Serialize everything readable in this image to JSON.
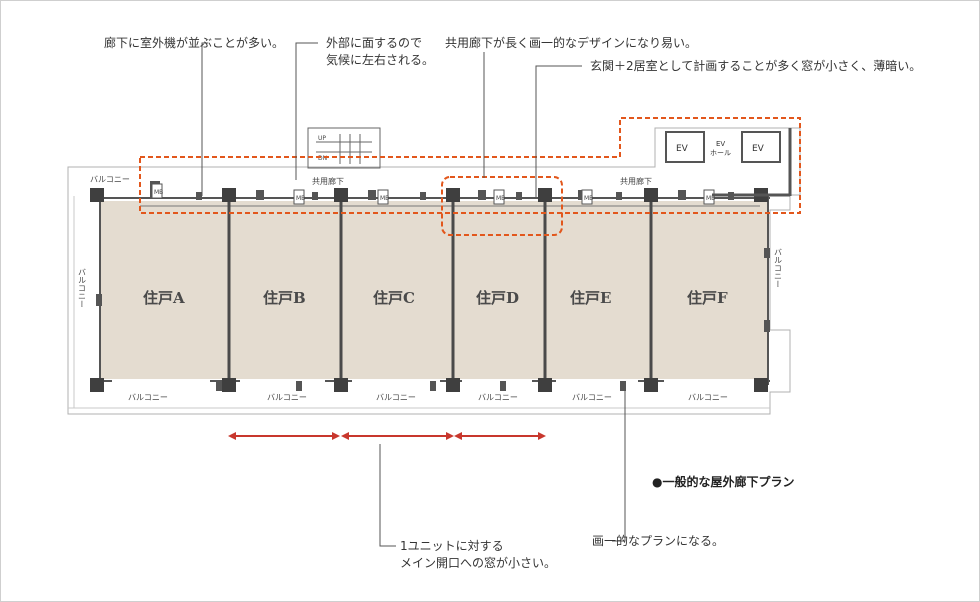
{
  "colors": {
    "unit_fill": "#e4dcd0",
    "wall": "#555555",
    "column": "#3f3f3f",
    "highlight": "#e2571c",
    "arrow": "#c8372d"
  },
  "annotations": {
    "a1": "廊下に室外機が並ぶことが多い。",
    "a2_line1": "外部に面するので",
    "a2_line2": "気候に左右される。",
    "a3": "共用廊下が長く画一的なデザインになり易い。",
    "a4": "玄関＋2居室として計画することが多く窓が小さく、薄暗い。",
    "a5_line1": "1ユニットに対する",
    "a5_line2": "メイン開口への窓が小さい。",
    "a6": "画一的なプランになる。"
  },
  "legend": "●一般的な屋外廊下プラン",
  "plan": {
    "units": [
      "住戸A",
      "住戸B",
      "住戸C",
      "住戸D",
      "住戸E",
      "住戸F"
    ],
    "balcony": "バルコニー",
    "corridor": "共用廊下",
    "ev": "EV",
    "ev_hall_1": "EV",
    "ev_hall_2": "ホール",
    "mb": "MB",
    "stairs_up": "UP",
    "stairs_dn": "DN"
  }
}
